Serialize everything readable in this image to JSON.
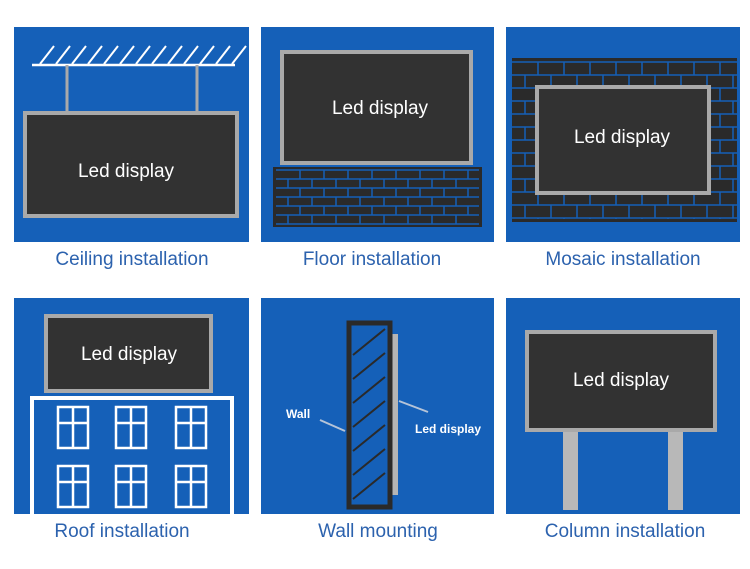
{
  "colors": {
    "panel": "#1560b8",
    "screen": "#323232",
    "frame": "#a9a9a9",
    "caption": "#2c62ae"
  },
  "panels": [
    {
      "caption": "Ceiling installation",
      "screen_label": "Led display"
    },
    {
      "caption": "Floor installation",
      "screen_label": "Led display"
    },
    {
      "caption": "Mosaic installation",
      "screen_label": "Led display"
    },
    {
      "caption": "Roof installation",
      "screen_label": "Led display"
    },
    {
      "caption": "Wall mounting",
      "wall_label": "Wall",
      "screen_label": "Led display"
    },
    {
      "caption": "Column installation",
      "screen_label": "Led display"
    }
  ]
}
